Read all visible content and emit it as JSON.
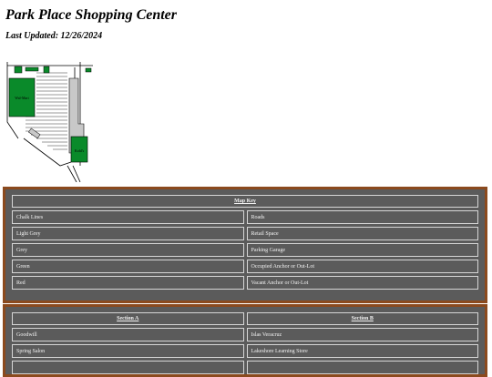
{
  "header": {
    "title": "Park Place Shopping Center",
    "last_updated": "Last Updated: 12/26/2024"
  },
  "map": {
    "labels": {
      "anchor_left": "Wal-Mart",
      "anchor_right": "Kohl's"
    },
    "colors": {
      "green": "#0a8a2a",
      "grey": "#c8c8c8",
      "lines": "#000000"
    }
  },
  "map_key": {
    "heading": "Map Key",
    "rows": [
      {
        "left": "Chalk Lines",
        "right": "Roads"
      },
      {
        "left": "Light Grey",
        "right": "Retail Space"
      },
      {
        "left": "Grey",
        "right": "Parking Garage"
      },
      {
        "left": "Green",
        "right": "Occupied Anchor or Out-Lot"
      },
      {
        "left": "Red",
        "right": "Vacant Anchor or Out-Lot"
      }
    ]
  },
  "sections": {
    "heading_a": "Section A",
    "heading_b": "Section B",
    "rows": [
      {
        "a": "Goodwill",
        "b": "Islas Veracruz"
      },
      {
        "a": "Spring Salon",
        "b": "Lakeshore Learning Store"
      },
      {
        "a": "",
        "b": ""
      }
    ]
  },
  "theme": {
    "panel_bg": "#5b5b5b",
    "panel_border": "#8b4a1e",
    "cell_border": "#d6d6d6"
  }
}
